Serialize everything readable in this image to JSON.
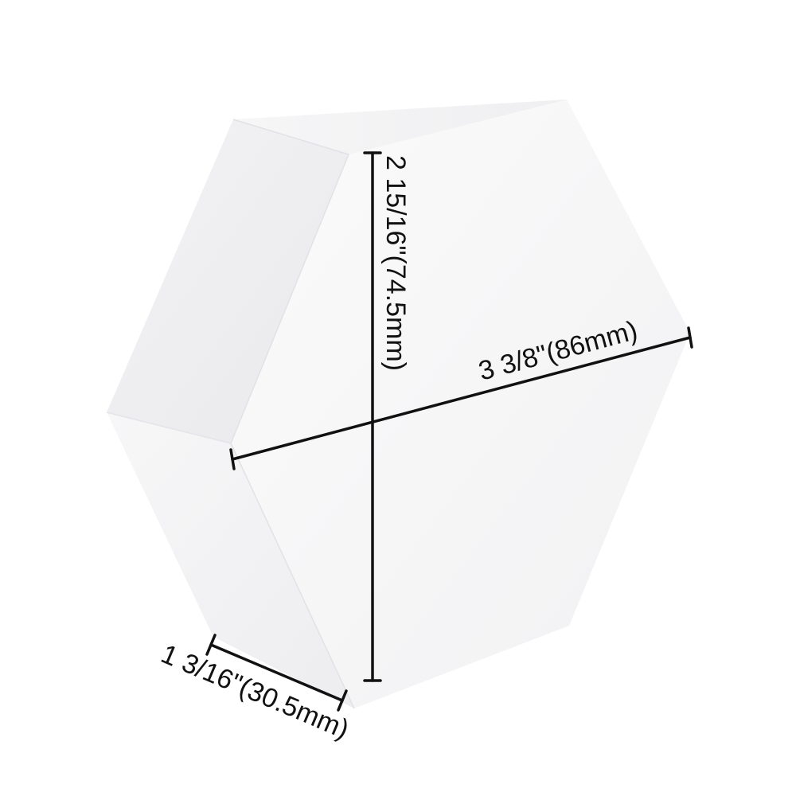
{
  "product": {
    "shape": "hexagon block",
    "color": "#ffffff"
  },
  "dimensions": {
    "height_label": "2 15/16\"(74.5mm)",
    "width_label": "3 3/8\"(86mm)",
    "depth_label": "1 3/16\"(30.5mm)"
  }
}
